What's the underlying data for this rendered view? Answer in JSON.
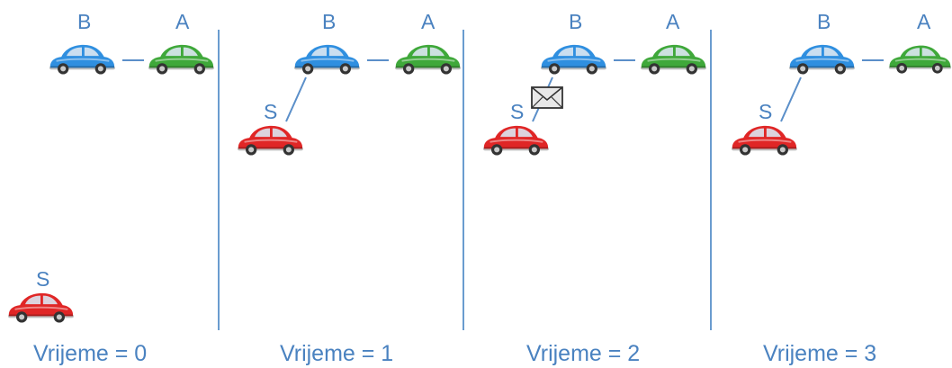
{
  "panels": [
    {
      "caption": "Vrijeme = 0",
      "car_b_label": "B",
      "car_a_label": "A",
      "car_s_label": "S",
      "s_connected": false,
      "message": false
    },
    {
      "caption": "Vrijeme = 1",
      "car_b_label": "B",
      "car_a_label": "A",
      "car_s_label": "S",
      "s_connected": true,
      "message": false
    },
    {
      "caption": "Vrijeme = 2",
      "car_b_label": "B",
      "car_a_label": "A",
      "car_s_label": "S",
      "s_connected": true,
      "message": true
    },
    {
      "caption": "Vrijeme = 3",
      "car_b_label": "B",
      "car_a_label": "A",
      "car_s_label": "S",
      "s_connected": true,
      "message": false
    }
  ],
  "colors": {
    "car_b": "#2f8fe0",
    "car_a": "#3fa83a",
    "car_s": "#e02626",
    "text": "#4a82c0",
    "line": "#5b8fc9"
  },
  "icons": {
    "message": "envelope-icon"
  }
}
